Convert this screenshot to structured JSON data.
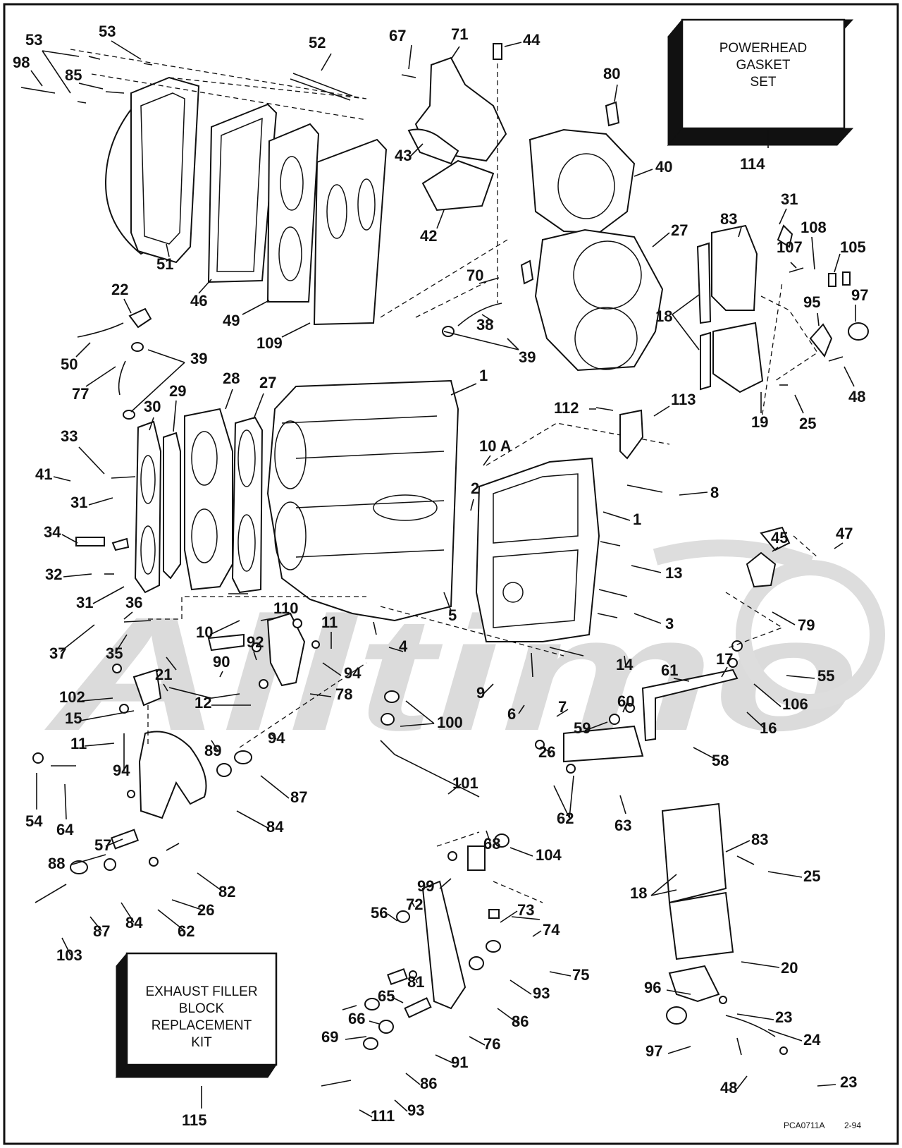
{
  "boxes": {
    "gasket_set": [
      "POWERHEAD",
      "GASKET",
      "SET"
    ],
    "filler_kit": [
      "EXHAUST FILLER",
      "BLOCK",
      "REPLACEMENT",
      "KIT"
    ]
  },
  "drawing_code": "PCA0711A",
  "drawing_date": "2-94",
  "callouts": {
    "c53a": "53",
    "c53b": "53",
    "c98": "98",
    "c85": "85",
    "c51": "51",
    "c52": "52",
    "c46": "46",
    "c49": "49",
    "c109": "109",
    "c67": "67",
    "c71": "71",
    "c44": "44",
    "c43": "43",
    "c42": "42",
    "c80": "80",
    "c114": "114",
    "c40": "40",
    "c27a": "27",
    "c31a": "31",
    "c83a": "83",
    "c108": "108",
    "c105": "105",
    "c107": "107",
    "c70": "70",
    "c38": "38",
    "c39a": "39",
    "c18a": "18",
    "c95": "95",
    "c97a": "97",
    "c48a": "48",
    "c19": "19",
    "c25a": "25",
    "c22": "22",
    "c50": "50",
    "c39b": "39",
    "c77": "77",
    "c1a": "1",
    "c28": "28",
    "c27b": "27",
    "c29": "29",
    "c30": "30",
    "c33": "33",
    "c41": "41",
    "c31b": "31",
    "c34": "34",
    "c32": "32",
    "c31c": "31",
    "c36": "36",
    "c37": "37",
    "c35": "35",
    "c112": "112",
    "c113": "113",
    "c10a": "10 A",
    "c2": "2",
    "c8": "8",
    "c1b": "1",
    "c45": "45",
    "c47": "47",
    "c13": "13",
    "c79": "79",
    "c5": "5",
    "c3": "3",
    "c110": "110",
    "c10": "10",
    "c11a": "11",
    "c92": "92",
    "c94a": "94",
    "c4": "4",
    "c14": "14",
    "c90": "90",
    "c21": "21",
    "c102": "102",
    "c78": "78",
    "c15": "15",
    "c12": "12",
    "c9": "9",
    "c6": "6",
    "c7": "7",
    "c61": "61",
    "c17": "17",
    "c55": "55",
    "c11b": "11",
    "c94b": "94",
    "c89": "89",
    "c94c": "94",
    "c100": "100",
    "c60": "60",
    "c106a": "106",
    "c16": "16",
    "c59": "59",
    "c58": "58",
    "c26a": "26",
    "c54": "54",
    "c64": "64",
    "c87a": "87",
    "c84a": "84",
    "c101": "101",
    "c62a": "62",
    "c63": "63",
    "c57": "57",
    "c88": "88",
    "c82": "82",
    "c104": "104",
    "c68": "68",
    "c83b": "83",
    "c99": "99",
    "c25b": "25",
    "c26b": "26",
    "c18b": "18",
    "c62b": "62",
    "c84b": "84",
    "c87b": "87",
    "c56": "56",
    "c72": "72",
    "c73": "73",
    "c74": "74",
    "c103": "103",
    "c75": "75",
    "c20": "20",
    "c93a": "93",
    "c81": "81",
    "c65": "65",
    "c96": "96",
    "c86a": "86",
    "c66": "66",
    "c23a": "23",
    "c69": "69",
    "c76": "76",
    "c24": "24",
    "c91": "91",
    "c97b": "97",
    "c86b": "86",
    "c48b": "48",
    "c23b": "23",
    "c93b": "93",
    "c111": "111",
    "c115": "115"
  }
}
